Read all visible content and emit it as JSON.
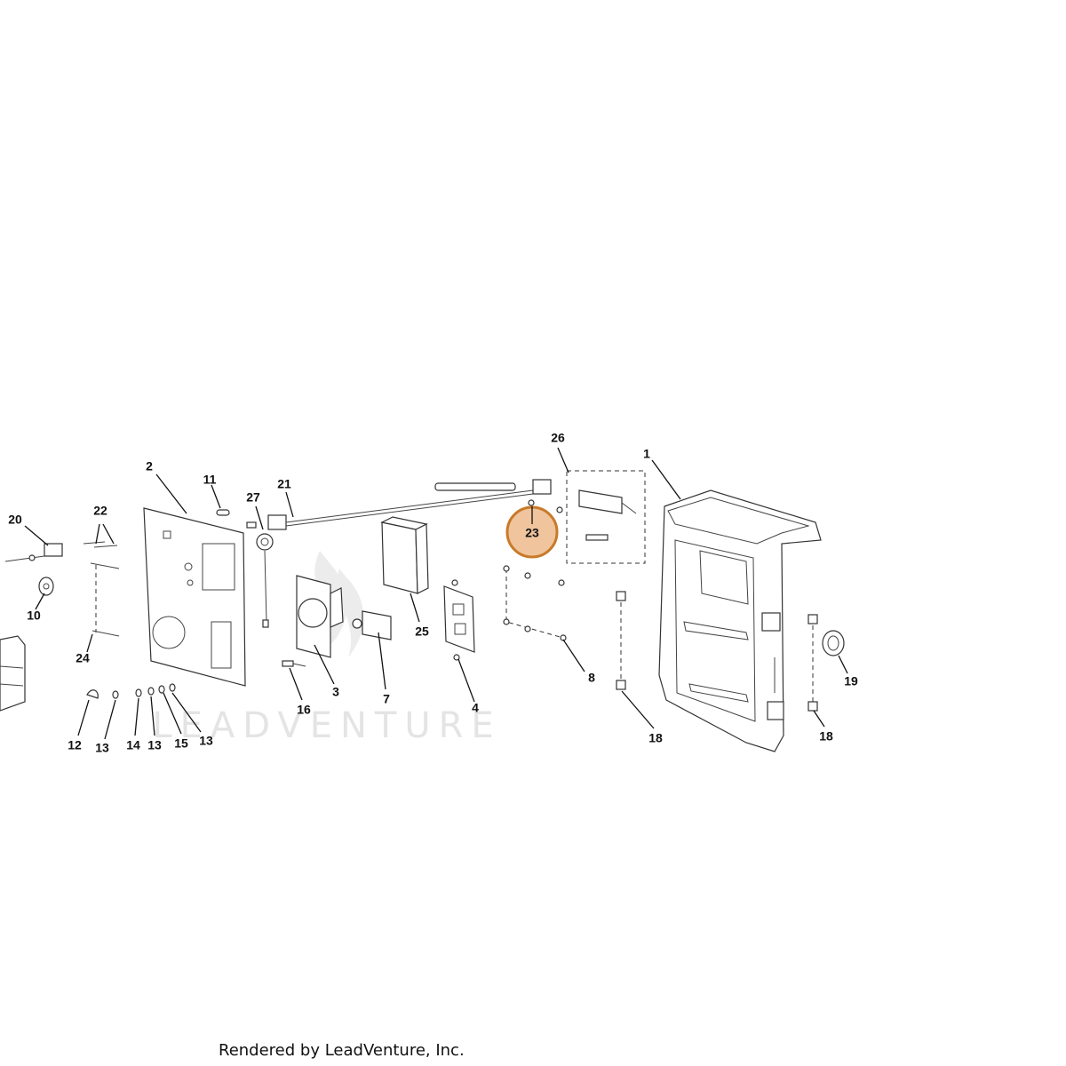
{
  "diagram": {
    "watermark": "LEADVENTURE",
    "highlighted_callout": "23",
    "highlight_color": "#f0c49c",
    "highlight_border": "#c87a2a",
    "callouts": [
      {
        "id": "c1",
        "label": "1"
      },
      {
        "id": "c2",
        "label": "2"
      },
      {
        "id": "c3",
        "label": "3"
      },
      {
        "id": "c4",
        "label": "4"
      },
      {
        "id": "c7",
        "label": "7"
      },
      {
        "id": "c8",
        "label": "8"
      },
      {
        "id": "c10",
        "label": "10"
      },
      {
        "id": "c11",
        "label": "11"
      },
      {
        "id": "c12",
        "label": "12"
      },
      {
        "id": "c13a",
        "label": "13"
      },
      {
        "id": "c13b",
        "label": "13"
      },
      {
        "id": "c13c",
        "label": "13"
      },
      {
        "id": "c14",
        "label": "14"
      },
      {
        "id": "c15",
        "label": "15"
      },
      {
        "id": "c16",
        "label": "16"
      },
      {
        "id": "c18a",
        "label": "18"
      },
      {
        "id": "c18b",
        "label": "18"
      },
      {
        "id": "c19",
        "label": "19"
      },
      {
        "id": "c20",
        "label": "20"
      },
      {
        "id": "c21",
        "label": "21"
      },
      {
        "id": "c22",
        "label": "22"
      },
      {
        "id": "c23",
        "label": "23"
      },
      {
        "id": "c24",
        "label": "24"
      },
      {
        "id": "c25",
        "label": "25"
      },
      {
        "id": "c26",
        "label": "26"
      },
      {
        "id": "c27",
        "label": "27"
      }
    ]
  },
  "footer": "Rendered by LeadVenture, Inc."
}
